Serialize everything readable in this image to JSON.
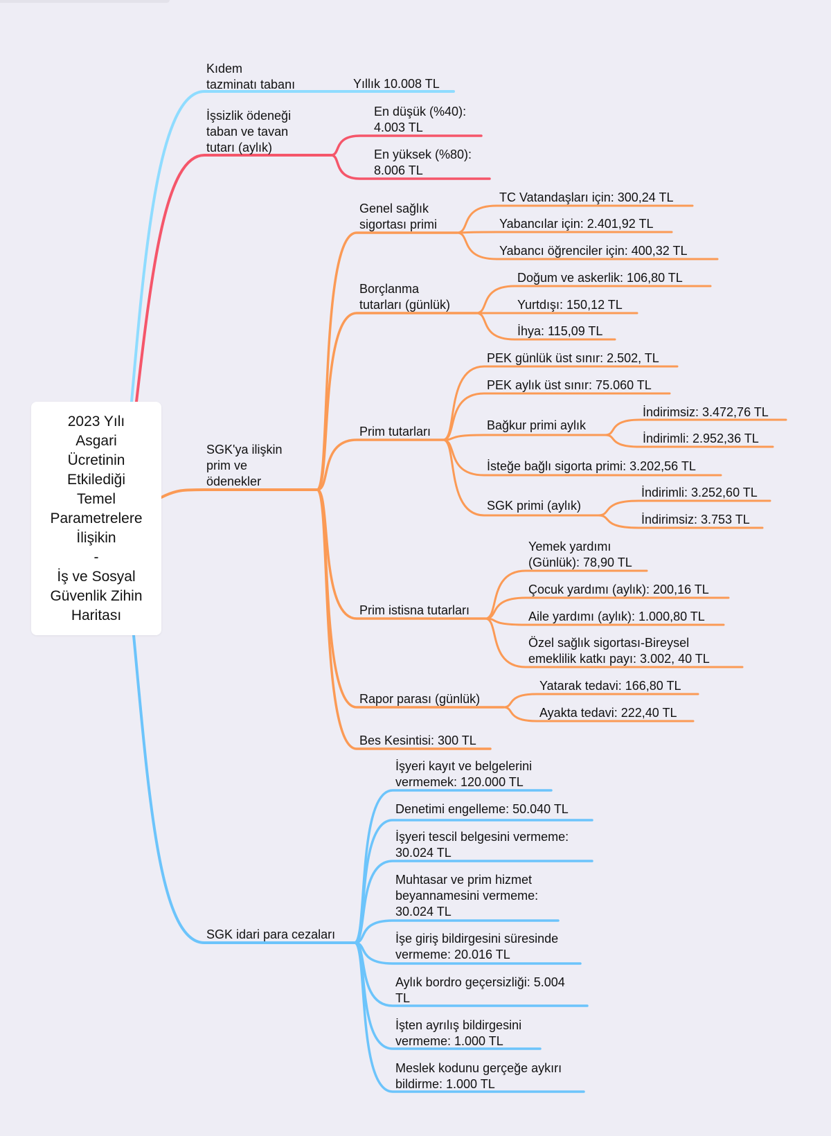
{
  "colors": {
    "background": "#eeedf5",
    "kidem": "#8fdcff",
    "issizlik": "#f5566a",
    "sgk_prim": "#fb9a55",
    "sgk_ceza": "#6cc4fb"
  },
  "root": {
    "label": "2023 Yılı\nAsgari\nÜcretinin\nEtkilediği\nTemel\nParametrelere\nİlişikin\n-\nİş ve Sosyal\nGüvenlik Zihin\nHaritası"
  },
  "branches": [
    {
      "label": "Kıdem\ntazminatı tabanı",
      "children": [
        {
          "label": "Yıllık 10.008 TL"
        }
      ]
    },
    {
      "label": "İşsizlik ödeneği\ntaban ve tavan\ntutarı (aylık)",
      "children": [
        {
          "label": "En düşük (%40):\n4.003 TL"
        },
        {
          "label": "En yüksek (%80):\n8.006 TL"
        }
      ]
    },
    {
      "label": "SGK'ya ilişkin\nprim ve\nödenekler",
      "children": [
        {
          "label": "Genel sağlık\nsigortası primi",
          "children": [
            {
              "label": "TC Vatandaşları için: 300,24 TL"
            },
            {
              "label": "Yabancılar için: 2.401,92 TL"
            },
            {
              "label": "Yabancı öğrenciler için: 400,32 TL"
            }
          ]
        },
        {
          "label": "Borçlanma\ntutarları (günlük)",
          "children": [
            {
              "label": "Doğum ve askerlik: 106,80 TL"
            },
            {
              "label": "Yurtdışı: 150,12 TL"
            },
            {
              "label": "İhya: 115,09 TL"
            }
          ]
        },
        {
          "label": "Prim tutarları",
          "children": [
            {
              "label": "PEK günlük üst sınır: 2.502, TL"
            },
            {
              "label": "PEK aylık üst sınır: 75.060 TL"
            },
            {
              "label": "Bağkur primi aylık",
              "children": [
                {
                  "label": "İndirimsiz:  3.472,76 TL"
                },
                {
                  "label": "İndirimli: 2.952,36 TL"
                }
              ]
            },
            {
              "label": "İsteğe bağlı sigorta primi: 3.202,56 TL"
            },
            {
              "label": "SGK primi (aylık)",
              "children": [
                {
                  "label": "İndirimli: 3.252,60 TL"
                },
                {
                  "label": "İndirimsiz: 3.753 TL"
                }
              ]
            }
          ]
        },
        {
          "label": "Prim istisna tutarları",
          "children": [
            {
              "label": "Yemek yardımı\n(Günlük): 78,90 TL"
            },
            {
              "label": "Çocuk yardımı (aylık): 200,16 TL"
            },
            {
              "label": "Aile yardımı (aylık): 1.000,80 TL"
            },
            {
              "label": "Özel sağlık sigortası-Bireysel\nemeklilik katkı payı: 3.002, 40 TL"
            }
          ]
        },
        {
          "label": "Rapor parası (günlük)",
          "children": [
            {
              "label": "Yatarak tedavi: 166,80 TL"
            },
            {
              "label": "Ayakta tedavi: 222,40 TL"
            }
          ]
        },
        {
          "label": "Bes Kesintisi: 300 TL"
        }
      ]
    },
    {
      "label": "SGK idari para cezaları",
      "children": [
        {
          "label": "İşyeri kayıt ve belgelerini\nvermemek: 120.000 TL"
        },
        {
          "label": "Denetimi engelleme: 50.040 TL"
        },
        {
          "label": "İşyeri tescil belgesini vermeme:\n30.024 TL"
        },
        {
          "label": "Muhtasar ve prim hizmet\nbeyannamesini vermeme:\n30.024 TL"
        },
        {
          "label": "İşe giriş bildirgesini süresinde\nvermeme: 20.016 TL"
        },
        {
          "label": "Aylık bordro geçersizliği: 5.004\nTL"
        },
        {
          "label": "İşten ayrılış bildirgesini\nvermeme: 1.000 TL"
        },
        {
          "label": "Meslek kodunu gerçeğe aykırı\nbildirme: 1.000 TL"
        }
      ]
    }
  ]
}
